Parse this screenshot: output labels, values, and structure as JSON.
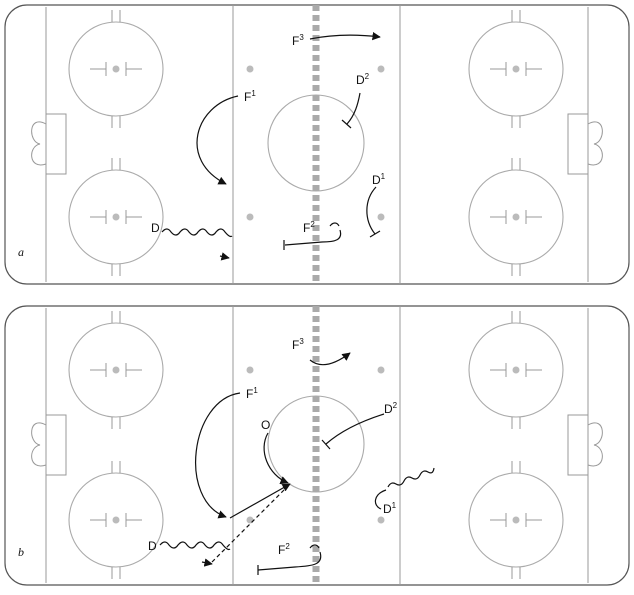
{
  "panels": [
    {
      "id": "a",
      "label": "a",
      "players": [
        {
          "name": "F",
          "sup": "3"
        },
        {
          "name": "D",
          "sup": "2"
        },
        {
          "name": "F",
          "sup": "1"
        },
        {
          "name": "D",
          "sup": "1"
        },
        {
          "name": "F",
          "sup": "2"
        },
        {
          "name": "D",
          "sup": ""
        }
      ]
    },
    {
      "id": "b",
      "label": "b",
      "players": [
        {
          "name": "F",
          "sup": "3"
        },
        {
          "name": "F",
          "sup": "1"
        },
        {
          "name": "D",
          "sup": "2"
        },
        {
          "name": "O",
          "sup": ""
        },
        {
          "name": "D",
          "sup": "1"
        },
        {
          "name": "D",
          "sup": ""
        },
        {
          "name": "F",
          "sup": "2"
        }
      ]
    }
  ]
}
